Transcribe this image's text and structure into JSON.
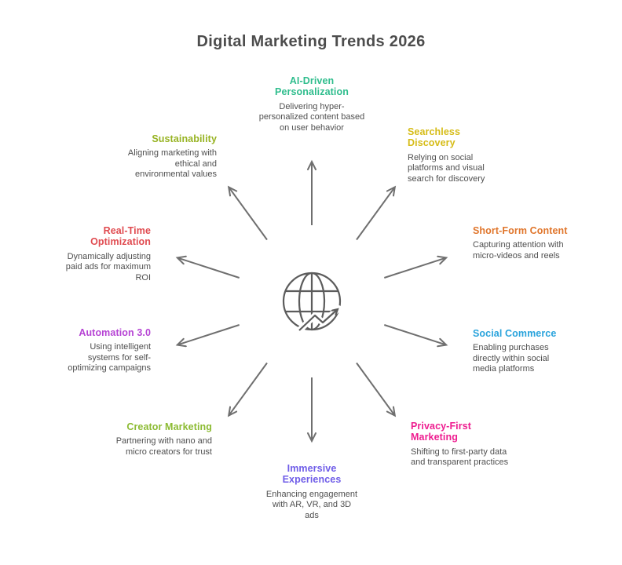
{
  "title": "Digital Marketing Trends 2026",
  "colors": {
    "title_text": "#4d4d4d",
    "body_text": "#4f4f4f",
    "arrow": "#6f6f6f",
    "globe": "#5c5c5c"
  },
  "center_icon": "globe-with-growth-arrow",
  "trends": [
    {
      "id": "ai-driven-personalization",
      "label": "AI-Driven Personalization",
      "description": "Delivering hyper-personalized content based on user behavior",
      "color": "#2fbd8d"
    },
    {
      "id": "searchless-discovery",
      "label": "Searchless Discovery",
      "description": "Relying on social platforms and visual search for discovery",
      "color": "#d6bc17"
    },
    {
      "id": "short-form-content",
      "label": "Short-Form Content",
      "description": "Capturing attention with micro-videos and reels",
      "color": "#e0762c"
    },
    {
      "id": "social-commerce",
      "label": "Social Commerce",
      "description": "Enabling purchases directly within social media platforms",
      "color": "#29a3dc"
    },
    {
      "id": "privacy-first-marketing",
      "label": "Privacy-First Marketing",
      "description": "Shifting to first-party data and transparent practices",
      "color": "#ee1e90"
    },
    {
      "id": "immersive-experiences",
      "label": "Immersive Experiences",
      "description": "Enhancing engagement with AR, VR, and 3D ads",
      "color": "#6f5de8"
    },
    {
      "id": "creator-marketing",
      "label": "Creator Marketing",
      "description": "Partnering with nano and micro creators for trust",
      "color": "#8cbb33"
    },
    {
      "id": "automation-3-0",
      "label": "Automation 3.0",
      "description": "Using intelligent systems for self-optimizing campaigns",
      "color": "#b644d4"
    },
    {
      "id": "real-time-optimization",
      "label": "Real-Time Optimization",
      "description": "Dynamically adjusting paid ads for maximum ROI",
      "color": "#e04b50"
    },
    {
      "id": "sustainability",
      "label": "Sustainability",
      "description": "Aligning marketing with ethical and environmental values",
      "color": "#97b322"
    }
  ]
}
